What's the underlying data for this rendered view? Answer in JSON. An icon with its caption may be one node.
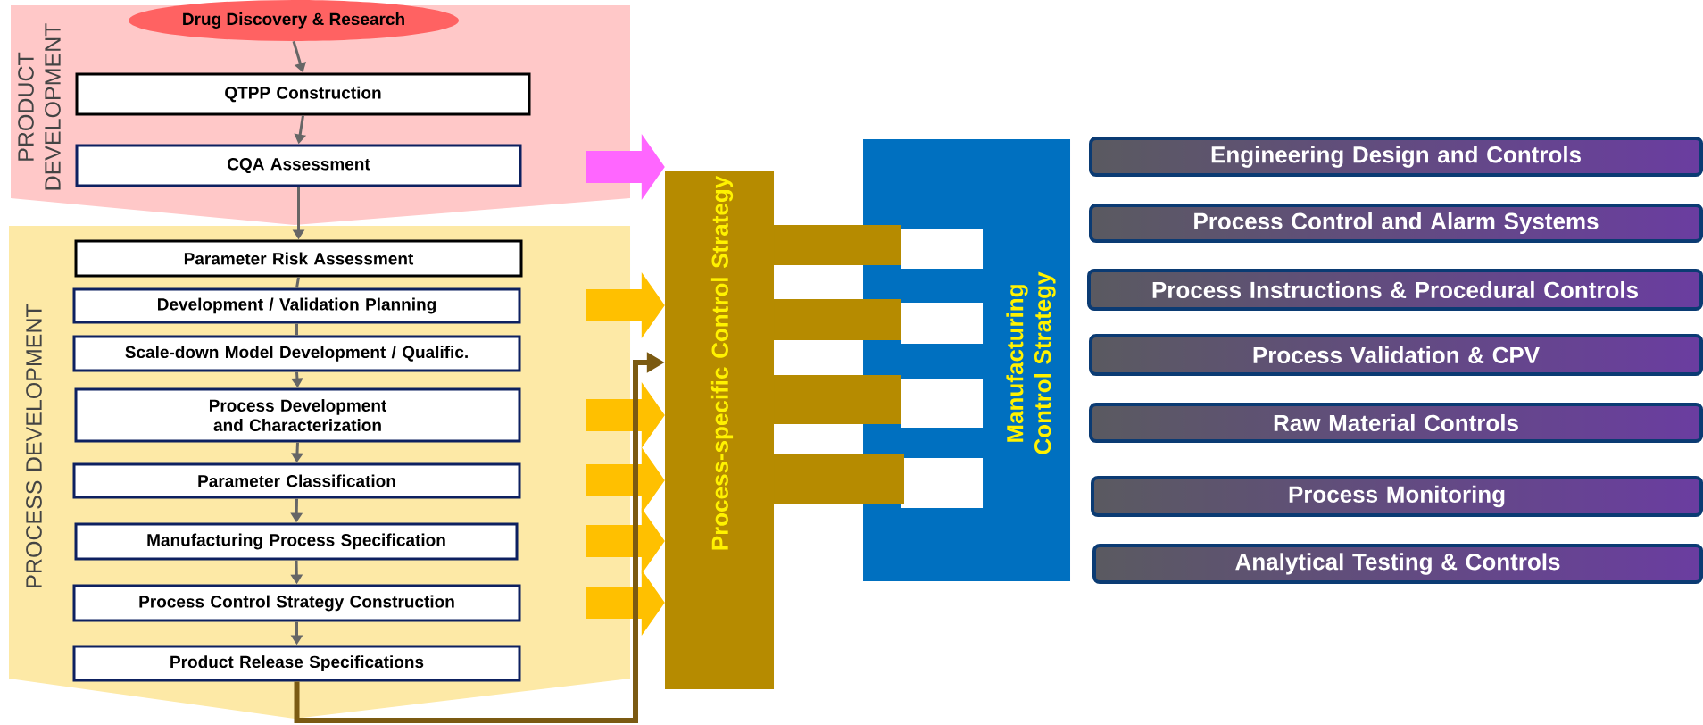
{
  "diagram": {
    "nodes": [
      {
        "text": [
          "PRODUCT DEVELOPMENT"
        ]
      },
      {
        "text": [
          "Drug Discovery & Research"
        ],
        "in": 0
      },
      {
        "text": [
          "QTPP Construction"
        ],
        "in": 0
      },
      {
        "text": [
          "CQA Assessment"
        ],
        "in": 0
      },
      {
        "text": [
          "PROCESS DEVELOPMENT"
        ]
      },
      {
        "text": [
          "Parameter Risk Assessment"
        ],
        "in": 4
      },
      {
        "text": [
          "Development / Validation Planning"
        ],
        "in": 4
      },
      {
        "text": [
          "Scale-down Model Development / Qualific."
        ],
        "in": 4
      },
      {
        "text": [
          "Process Development and Characterization"
        ],
        "in": 4
      },
      {
        "text": [
          "Parameter Classification"
        ],
        "in": 4
      },
      {
        "text": [
          "Manufacturing Process Specification"
        ],
        "in": 4
      },
      {
        "text": [
          "Process Control Strategy Construction"
        ],
        "in": 4
      },
      {
        "text": [
          "Product Release Specifications"
        ],
        "in": 4
      },
      {
        "text": [
          "Process-specific Control Strategy"
        ]
      },
      {
        "text": [
          "Manufacturing Control Strategy"
        ]
      },
      {
        "text": [
          "Engineering Design and Controls"
        ]
      },
      {
        "text": [
          "Process Control and Alarm Systems"
        ]
      },
      {
        "text": [
          "Process Instructions & Procedural Controls"
        ]
      },
      {
        "text": [
          "Process Validation & CPV"
        ]
      },
      {
        "text": [
          "Raw Material Controls"
        ]
      },
      {
        "text": [
          "Process Monitoring"
        ]
      },
      {
        "text": [
          "Analytical Testing & Controls"
        ]
      }
    ],
    "edges": [
      {
        "from": 1,
        "to": 2,
        "arrow": "to"
      },
      {
        "from": 2,
        "to": 3,
        "arrow": "to"
      },
      {
        "from": 3,
        "to": 5,
        "arrow": "to"
      },
      {
        "from": 5,
        "to": 6,
        "arrow": "none"
      },
      {
        "from": 6,
        "to": 7,
        "arrow": "none"
      },
      {
        "from": 7,
        "to": 8,
        "arrow": "to"
      },
      {
        "from": 8,
        "to": 9,
        "arrow": "to"
      },
      {
        "from": 9,
        "to": 10,
        "arrow": "to"
      },
      {
        "from": 10,
        "to": 11,
        "arrow": "to"
      },
      {
        "from": 11,
        "to": 12,
        "arrow": "to"
      },
      {
        "from": 0,
        "to": 13,
        "arrow": "to",
        "style": "thick",
        "color": "#ff66ff"
      },
      {
        "from": 4,
        "to": 13,
        "arrow": "to",
        "style": "thick",
        "color": "#ffc000"
      },
      {
        "from": 4,
        "to": 13,
        "arrow": "to",
        "style": "thick",
        "color": "#ffc000"
      },
      {
        "from": 4,
        "to": 13,
        "arrow": "to",
        "style": "thick",
        "color": "#ffc000"
      },
      {
        "from": 4,
        "to": 13,
        "arrow": "to",
        "style": "thick",
        "color": "#ffc000"
      },
      {
        "from": 4,
        "to": 13,
        "arrow": "to",
        "style": "thick",
        "color": "#ffc000"
      },
      {
        "from": 12,
        "to": 13,
        "arrow": "to",
        "style": "thick",
        "color": "#7b5a12"
      }
    ]
  }
}
